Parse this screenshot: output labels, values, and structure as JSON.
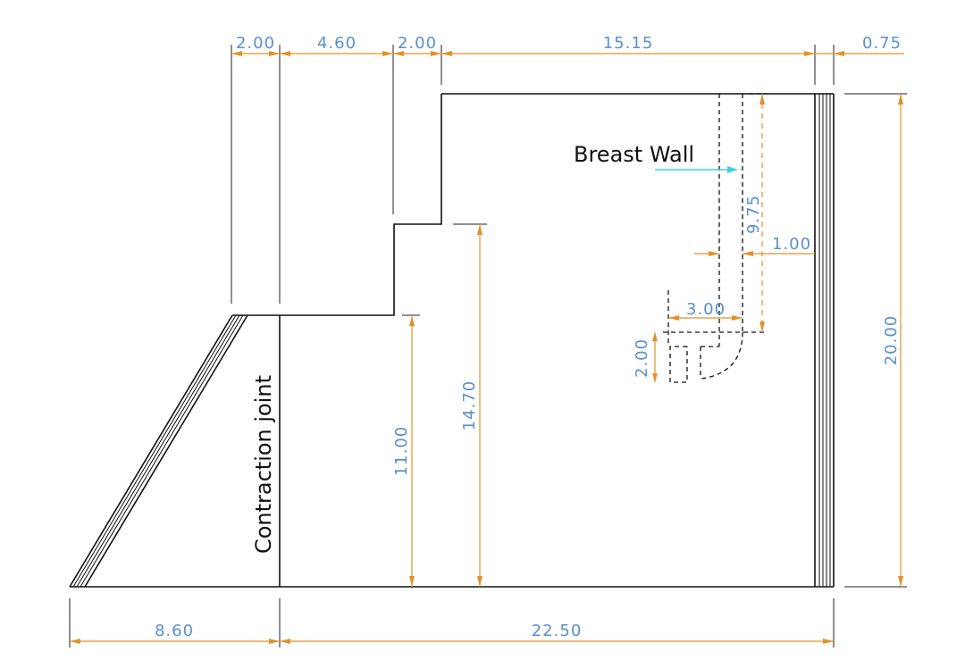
{
  "diagram": {
    "labels": {
      "breast_wall": "Breast Wall",
      "contraction_joint": "Contraction joint"
    },
    "dimensions": {
      "top_1": "2.00",
      "top_2": "4.60",
      "top_3": "2.00",
      "top_4": "15.15",
      "top_5": "0.75",
      "right_height": "20.00",
      "inner_height": "14.70",
      "step_height": "11.00",
      "breast_wall_height": "9.75",
      "breast_wall_thickness": "1.00",
      "opening_width": "3.00",
      "opening_height": "2.00",
      "bottom_left": "8.60",
      "bottom_right": "22.50"
    },
    "colors": {
      "outline": "#111111",
      "dimension_line": "#e0922a",
      "dimension_text": "#5b8fd0",
      "leader_arrow": "#3fd0e0"
    }
  }
}
